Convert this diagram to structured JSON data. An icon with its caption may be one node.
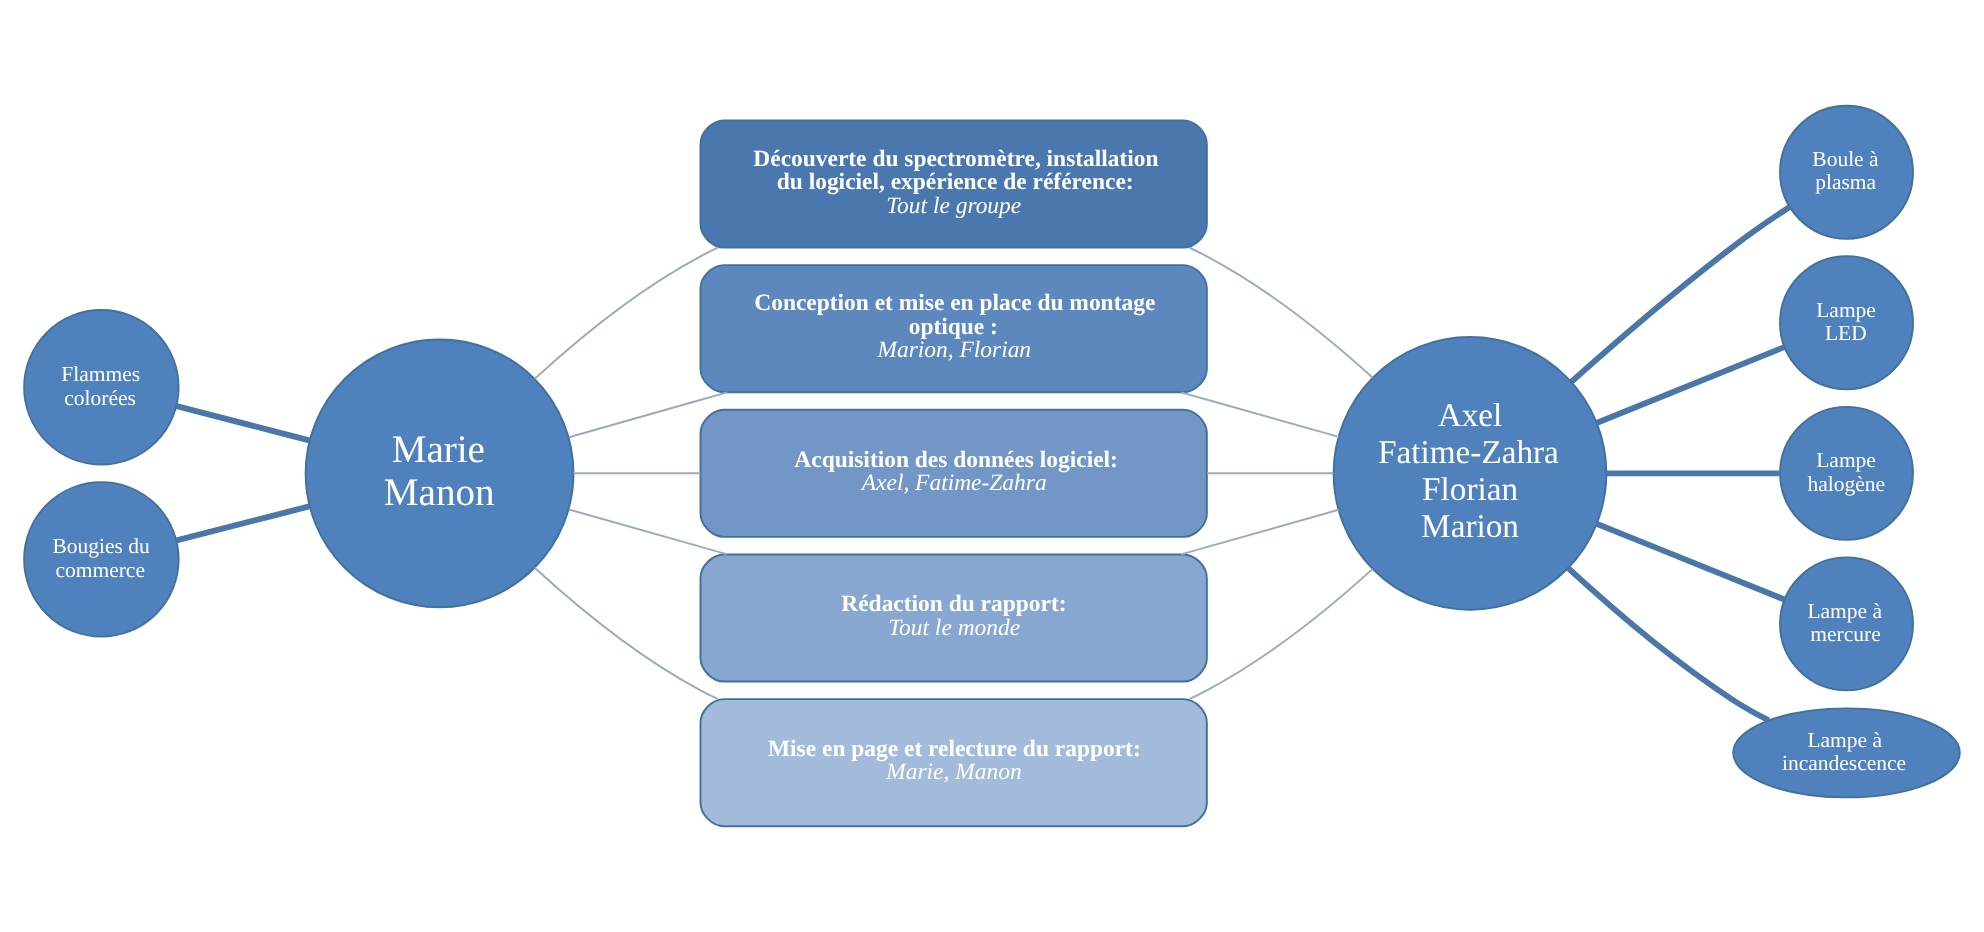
{
  "diagram": {
    "nodes": [
      {
        "text": [
          "Flammes colorées"
        ]
      },
      {
        "text": [
          "Bougies du commerce"
        ]
      },
      {
        "text": [
          "Marie Manon"
        ]
      },
      {
        "text": [
          "Découverte du spectromètre, installation du logiciel, expérience de référence:",
          "Tout le groupe"
        ]
      },
      {
        "text": [
          "Conception et mise en place du montage optique :",
          "Marion, Florian"
        ]
      },
      {
        "text": [
          "Acquisition des données logiciel:",
          "Axel, Fatime-Zahra"
        ]
      },
      {
        "text": [
          "Rédaction du rapport:",
          "Tout le monde"
        ]
      },
      {
        "text": [
          "Mise en page et relecture du rapport:",
          "Marie, Manon"
        ]
      },
      {
        "text": [
          "Axel Fatime-Zahra Florian Marion"
        ]
      },
      {
        "text": [
          "Boule à plasma"
        ]
      },
      {
        "text": [
          "Lampe LED"
        ]
      },
      {
        "text": [
          "Lampe halogène"
        ]
      },
      {
        "text": [
          "Lampe à mercure"
        ]
      },
      {
        "text": [
          "Lampe à incandescence"
        ]
      }
    ],
    "edges": [
      {
        "from": 0,
        "to": 2,
        "arrow": "none",
        "style": "thick",
        "color": "#4a76a8"
      },
      {
        "from": 1,
        "to": 2,
        "arrow": "none",
        "style": "thick",
        "color": "#4a76a8"
      },
      {
        "from": 2,
        "to": 3,
        "arrow": "none"
      },
      {
        "from": 2,
        "to": 4,
        "arrow": "none"
      },
      {
        "from": 2,
        "to": 5,
        "arrow": "none"
      },
      {
        "from": 2,
        "to": 6,
        "arrow": "none"
      },
      {
        "from": 2,
        "to": 7,
        "arrow": "none"
      },
      {
        "from": 3,
        "to": 8,
        "arrow": "none"
      },
      {
        "from": 4,
        "to": 8,
        "arrow": "none"
      },
      {
        "from": 5,
        "to": 8,
        "arrow": "none"
      },
      {
        "from": 6,
        "to": 8,
        "arrow": "none"
      },
      {
        "from": 7,
        "to": 8,
        "arrow": "none"
      },
      {
        "from": 8,
        "to": 9,
        "arrow": "none",
        "style": "thick",
        "color": "#4a76a8"
      },
      {
        "from": 8,
        "to": 10,
        "arrow": "none",
        "style": "thick",
        "color": "#4a76a8"
      },
      {
        "from": 8,
        "to": 11,
        "arrow": "none",
        "style": "thick",
        "color": "#4a76a8"
      },
      {
        "from": 8,
        "to": 12,
        "arrow": "none",
        "style": "thick",
        "color": "#4a76a8"
      },
      {
        "from": 8,
        "to": 13,
        "arrow": "none",
        "style": "thick",
        "color": "#4a76a8"
      }
    ]
  }
}
